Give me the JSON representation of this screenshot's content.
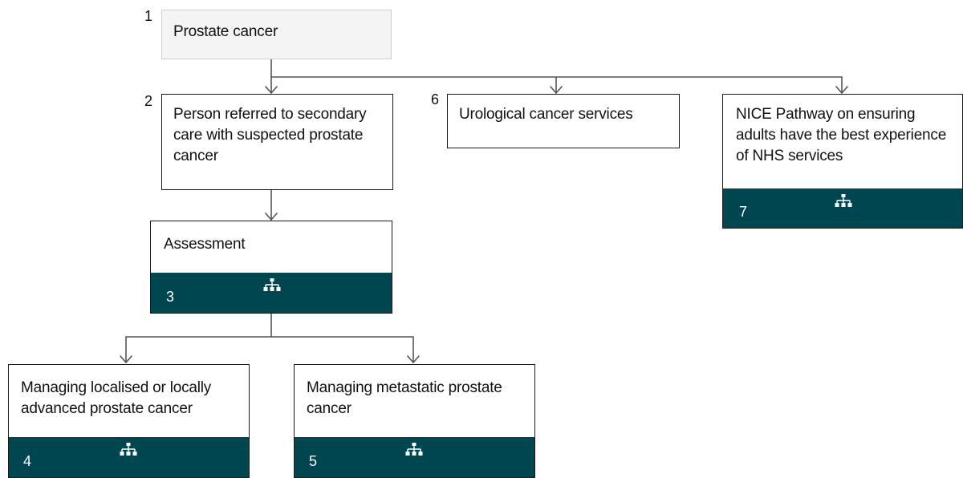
{
  "diagram": {
    "nodes": [
      {
        "id": "1",
        "number": "1",
        "title": "Prostate cancer",
        "has_footer": false
      },
      {
        "id": "2",
        "number": "2",
        "title": "Person referred to secondary care with suspected prostate cancer",
        "has_footer": false
      },
      {
        "id": "3",
        "number": "3",
        "title": "Assessment",
        "has_footer": true,
        "footer_icon": "hierarchy-icon"
      },
      {
        "id": "4",
        "number": "4",
        "title": "Managing localised or locally advanced prostate cancer",
        "has_footer": true,
        "footer_icon": "hierarchy-icon"
      },
      {
        "id": "5",
        "number": "5",
        "title": "Managing metastatic prostate cancer",
        "has_footer": true,
        "footer_icon": "hierarchy-icon"
      },
      {
        "id": "6",
        "number": "6",
        "title": "Urological cancer services",
        "has_footer": false
      },
      {
        "id": "7",
        "number": "7",
        "title": "NICE Pathway on ensuring adults have the best experience of NHS services",
        "has_footer": true,
        "footer_icon": "hierarchy-icon"
      }
    ],
    "edges": [
      {
        "from": "1",
        "to": "2"
      },
      {
        "from": "1",
        "to": "6"
      },
      {
        "from": "1",
        "to": "7"
      },
      {
        "from": "2",
        "to": "3"
      },
      {
        "from": "3",
        "to": "4"
      },
      {
        "from": "3",
        "to": "5"
      }
    ],
    "colors": {
      "footer": "#004650",
      "root_fill": "#f4f4f4",
      "root_border": "#cfcfcf",
      "node_border": "#1a1a1a",
      "connector": "#555555"
    }
  }
}
